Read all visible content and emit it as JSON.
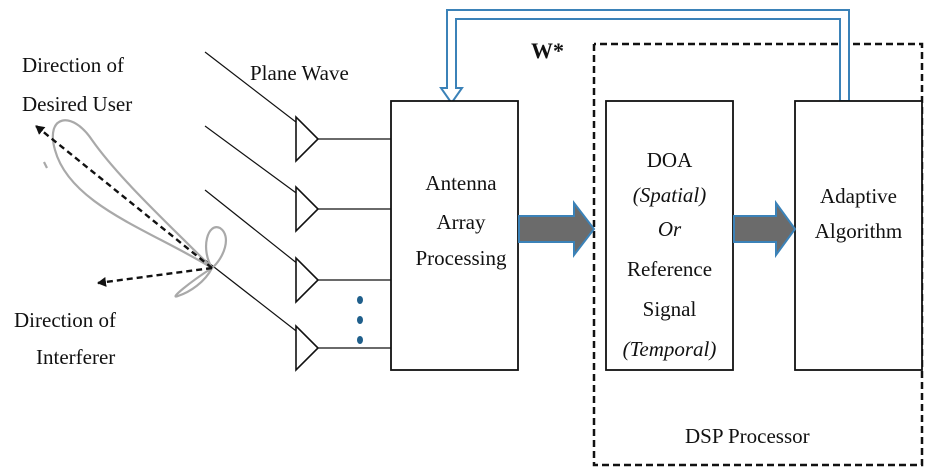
{
  "labels": {
    "desired_user_line1": "Direction of",
    "desired_user_line2": "Desired User",
    "interferer_line1": "Direction of",
    "interferer_line2": "Interferer",
    "plane_wave": "Plane Wave",
    "weights": "W*",
    "dsp_processor": "DSP Processor"
  },
  "blocks": {
    "antenna_array": [
      "Antenna",
      "Array",
      "Processing"
    ],
    "doa": {
      "line1": "DOA",
      "line2": "(Spatial)",
      "line3": "Or",
      "line4": "Reference",
      "line5": "Signal",
      "line6": "(Temporal)"
    },
    "adaptive": [
      "Adaptive",
      "Algorithm"
    ]
  },
  "colors": {
    "feedback_arrow": "#3b82b8",
    "data_arrow_fill": "#6b6b6b",
    "data_arrow_border": "#3b82b8",
    "beam_pattern": "#a9a9a9",
    "dots": "#1f5f8b"
  }
}
